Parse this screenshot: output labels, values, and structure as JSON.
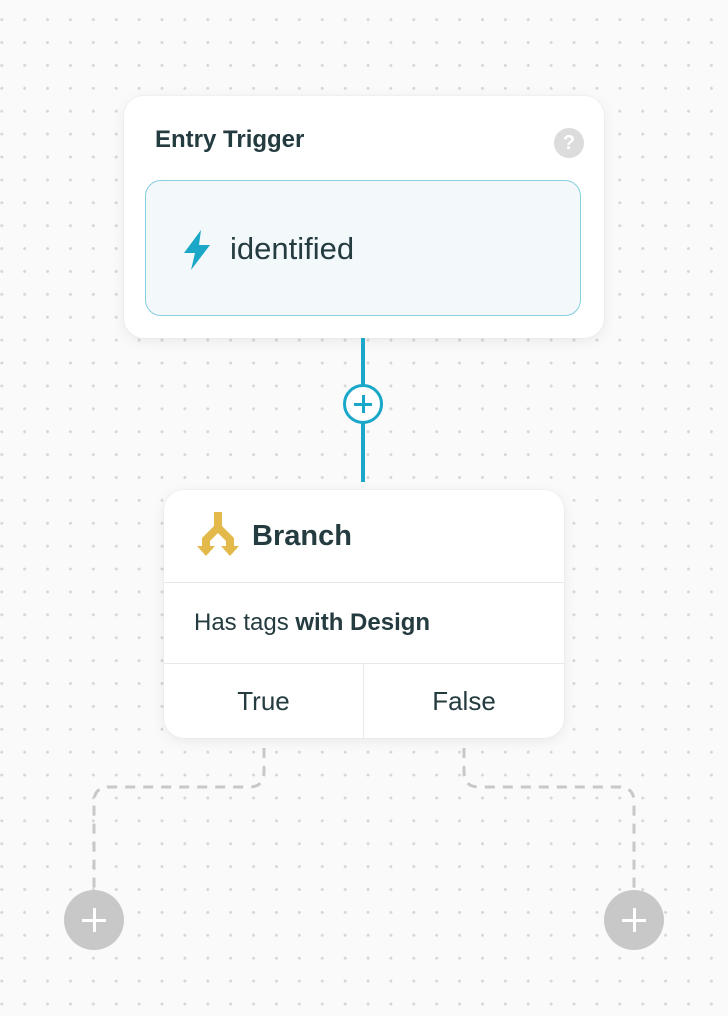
{
  "trigger": {
    "title": "Entry Trigger",
    "help_glyph": "?",
    "event_icon": "lightning-bolt-icon",
    "event_label": "identified",
    "accent_color": "#1aa7c8"
  },
  "connector": {
    "add_icon": "plus-circle-icon"
  },
  "branch": {
    "icon": "branch-split-icon",
    "icon_color": "#e2b94a",
    "title": "Branch",
    "condition_prefix": "Has tags",
    "condition_bold": "with Design",
    "true_label": "True",
    "false_label": "False"
  },
  "branch_paths": {
    "add_icon": "plus-icon",
    "color": "#c8c8c8"
  }
}
